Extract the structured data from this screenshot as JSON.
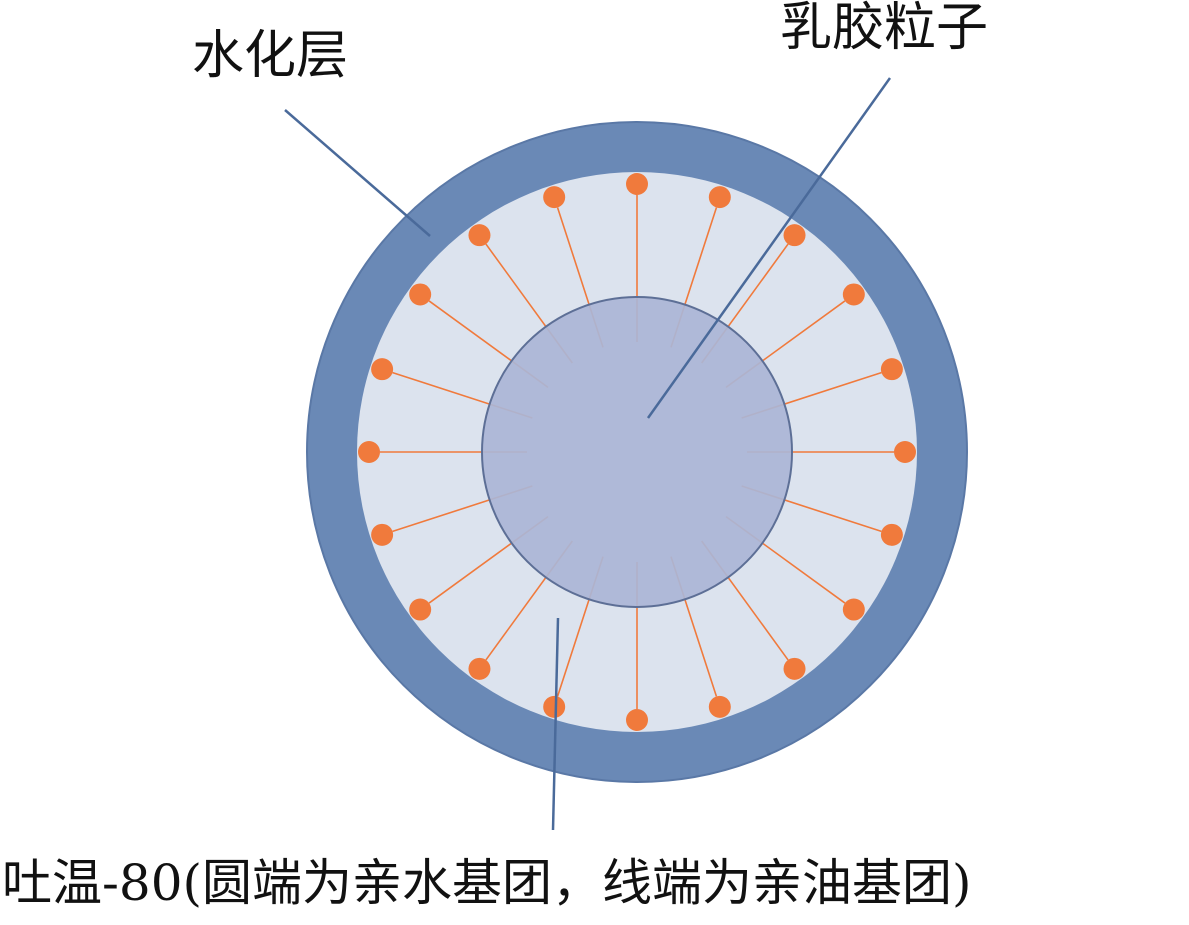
{
  "labels": {
    "hydration_layer": "水化层",
    "latex_particle": "乳胶粒子",
    "surfactant": "吐温-80(圆端为亲水基团，线端为亲油基团)"
  },
  "surfactant_count": 20,
  "colors": {
    "hydration_ring": "#6a89b6",
    "hydration_ring_edge": "#5a78a6",
    "inner_region": "#dce3ee",
    "particle_core": "#aab5d6",
    "particle_edge": "#5d6f96",
    "surfactant": "#f07a3c",
    "leader_line": "#4a6a9a"
  }
}
